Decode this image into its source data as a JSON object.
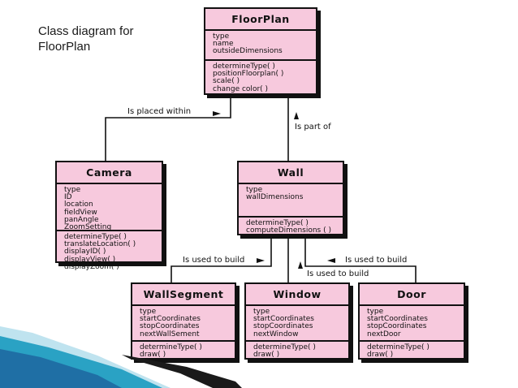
{
  "slide": {
    "title": "Class diagram for\nFloorPlan"
  },
  "classes": {
    "floorplan": {
      "name": "FloorPlan",
      "attributes": [
        "type",
        "name",
        "outsideDimensions"
      ],
      "operations": [
        "determineType( )",
        "positionFloorplan( )",
        "scale( )",
        "change color( )"
      ]
    },
    "camera": {
      "name": "Camera",
      "attributes": [
        "type",
        "ID",
        "location",
        "fieldView",
        "panAngle",
        "ZoomSetting"
      ],
      "operations": [
        "determineType( )",
        "translateLocation( )",
        "displayID( )",
        "displayView( )",
        "displayZoom( )"
      ]
    },
    "wall": {
      "name": "Wall",
      "attributes": [
        "type",
        "wallDimensions"
      ],
      "operations": [
        "determineType( )",
        "computeDimensions ( )"
      ]
    },
    "wallsegment": {
      "name": "WallSegment",
      "attributes": [
        "type",
        "startCoordinates",
        "stopCoordinates",
        "nextWallSement"
      ],
      "operations": [
        "determineType( )",
        "draw( )"
      ]
    },
    "window": {
      "name": "Window",
      "attributes": [
        "type",
        "startCoordinates",
        "stopCoordinates",
        "nextWindow"
      ],
      "operations": [
        "determineType( )",
        "draw( )"
      ]
    },
    "door": {
      "name": "Door",
      "attributes": [
        "type",
        "startCoordinates",
        "stopCoordinates",
        "nextDoor"
      ],
      "operations": [
        "determineType( )",
        "draw( )"
      ]
    }
  },
  "relations": {
    "placed_within": "Is placed within",
    "part_of": "Is part of",
    "used_to_build_segment": "Is used to build",
    "used_to_build_door": "Is used to build",
    "used_to_build_window": "Is used to build"
  },
  "colors": {
    "class_fill": "#f7c9dd",
    "stroke": "#111111",
    "deco_blue": "#1f6fa5",
    "deco_teal": "#2aa2c4"
  }
}
